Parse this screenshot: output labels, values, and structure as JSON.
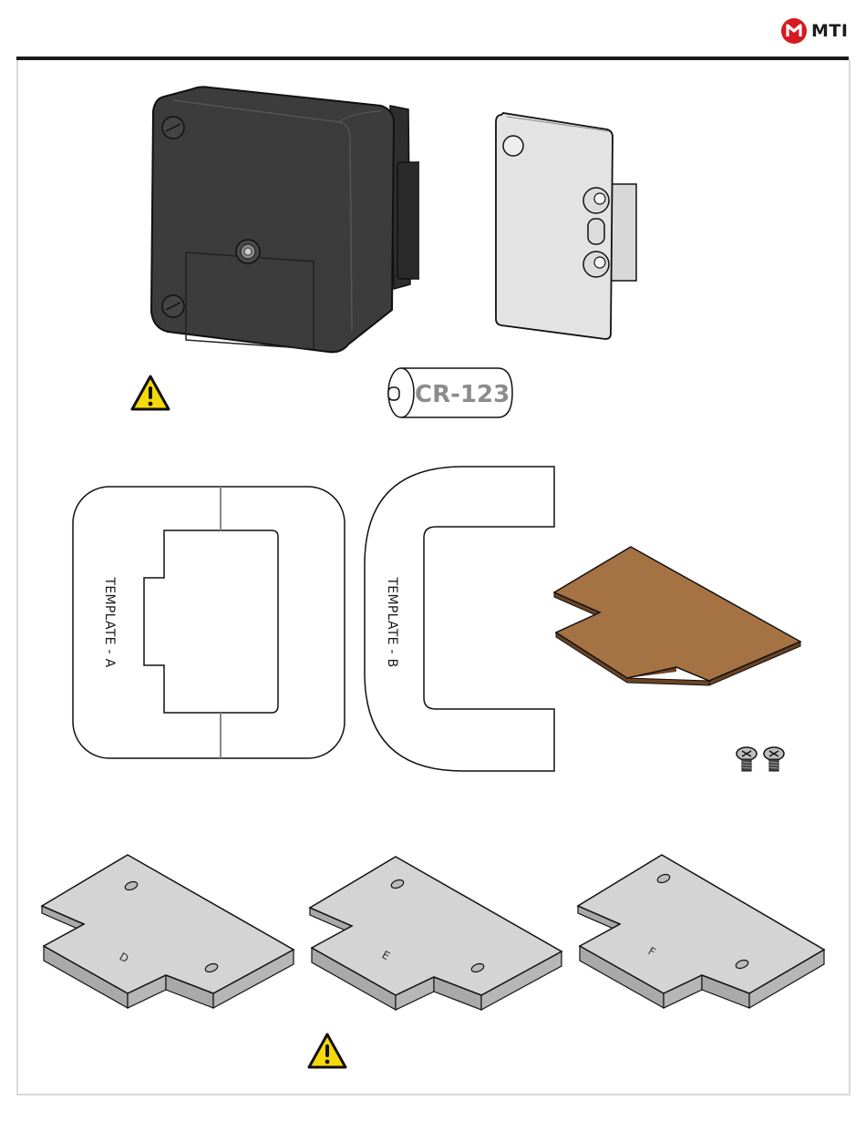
{
  "header": {
    "brand_name": "MTI",
    "brand_color": "#d71920",
    "logo_icon": "mti-logo-icon"
  },
  "battery": {
    "label": "CR-123"
  },
  "templates": {
    "a_label": "TEMPLATE - A",
    "b_label": "TEMPLATE - B"
  },
  "plates": [
    {
      "letter": "D"
    },
    {
      "letter": "E"
    },
    {
      "letter": "F"
    }
  ],
  "colors": {
    "lock_body": "#3a3a3a",
    "plate_fill": "#cfcfcf",
    "pad_fill": "#a57244",
    "warning_yellow": "#f5d90a",
    "frame": "#d9d9d9"
  },
  "icons": [
    "warning-triangle-icon",
    "screw-icon"
  ]
}
